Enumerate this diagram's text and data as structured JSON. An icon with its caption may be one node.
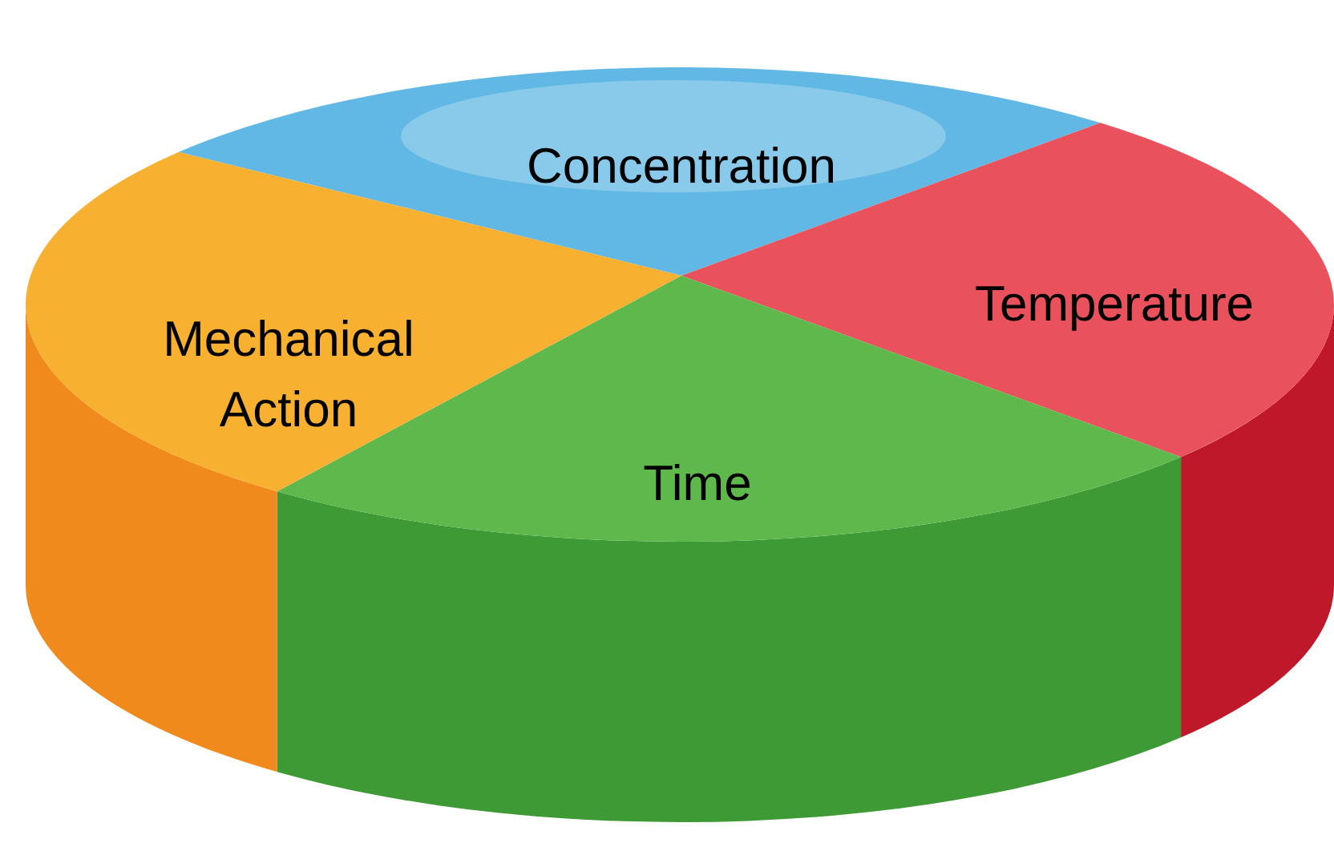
{
  "diagram": {
    "nodes": [
      {
        "text": [
          "Concentration"
        ]
      },
      {
        "text": [
          "Temperature"
        ]
      },
      {
        "text": [
          "Time"
        ]
      },
      {
        "text": [
          "Mechanical Action"
        ]
      }
    ]
  }
}
